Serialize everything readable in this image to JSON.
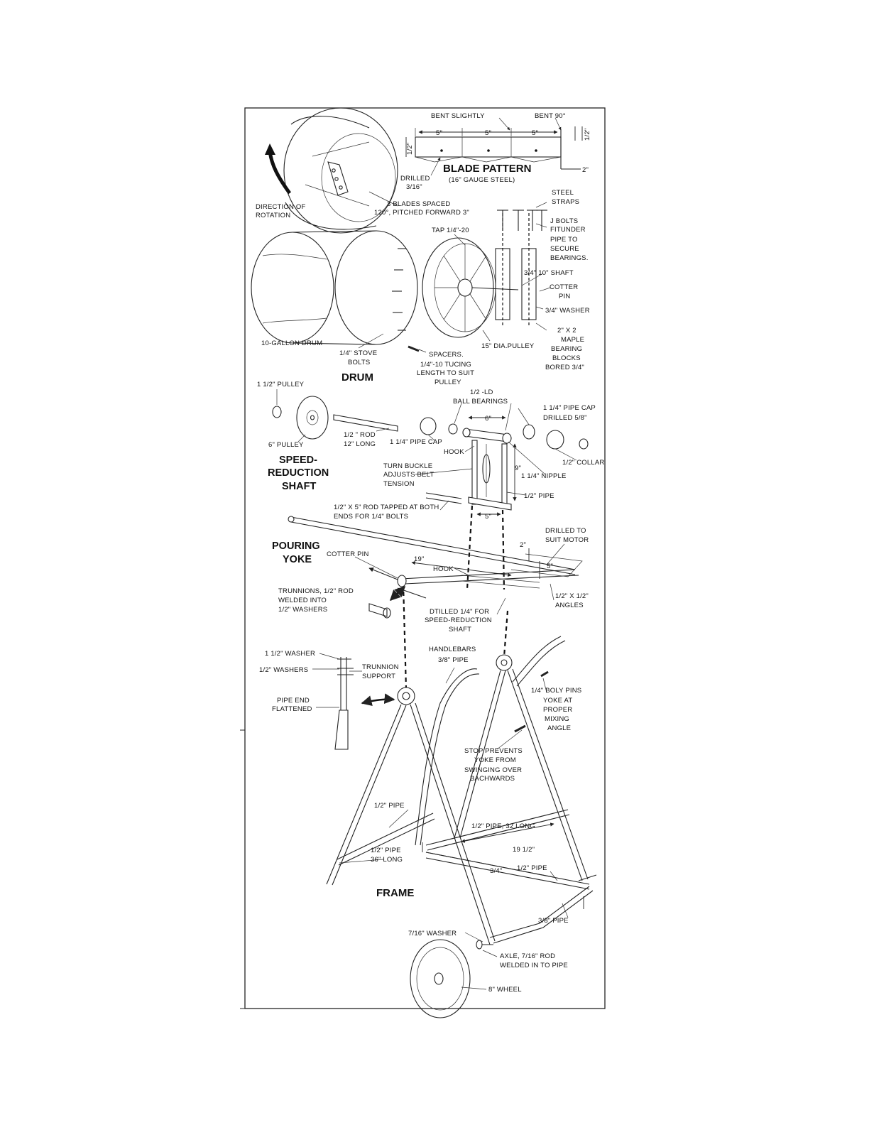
{
  "labels": {
    "bent_slightly": "BENT SLIGHTLY",
    "bent_90": "BENT 90°",
    "dim_5a": "5\"",
    "dim_5b": "5\"",
    "dim_5c": "5\"",
    "dim_2": "2\"",
    "dim_half_left": "1/2\"",
    "dim_half_right": "1/2\"",
    "blade_pattern": "BLADE PATTERN",
    "gauge": "(16\" GAUGE STEEL)",
    "drilled_line1": "DRILLED",
    "drilled_line2": "3/16\"",
    "direction_line1": "DIRECTION OF",
    "direction_line2": "ROTATION",
    "blades_line1": "3 BLADES SPACED",
    "blades_line2": "120°, PITCHED FORWARD 3\"",
    "steel_line1": "STEEL",
    "steel_line2": "STRAPS",
    "jbolts_line1": "J BOLTS",
    "jbolts_line2": "FITUNDER",
    "jbolts_line3": "PIPE TO",
    "jbolts_line4": "SECURE",
    "jbolts_line5": "BEARINGS.",
    "tap": "TAP 1/4\"-20",
    "shaft": "3/4\" 10\" SHAFT",
    "cotter_line1": "COTTER",
    "cotter_line2": "PIN",
    "washer34": "3/4\" WASHER",
    "maple_line1": "2\" x 2",
    "maple_line2": "MAPLE",
    "maple_line3": "BEARING",
    "maple_line4": "BLOCKS",
    "maple_line5": "BORED 3/4\"",
    "gallon": "10-GALLON DRUM",
    "stove_line1": "1/4\" STOVE",
    "stove_line2": "BOLTS",
    "spacers_line1": "SPACERS.",
    "spacers_line2": "1/4\"-10 TUCING",
    "spacers_line3": "LENGTH TO SUIT",
    "spacers_line4": "PULLEY",
    "pulley15": "15\" DIA.PULLEY",
    "drum": "DRUM",
    "pulley112": "1 1/2\" PULLEY",
    "ld_line1": "1/2 -LD",
    "ld_line2": "BALL BEARINGS",
    "pipecap_r1": "1 1/4\" PIPE CAP",
    "pipecap_r2": "DRILLED 5/8\"",
    "dim_6": "6\"",
    "pulley6": "6\" PULLEY",
    "rod_line1": "1/2 \" ROD",
    "rod_line2": "12\" LONG",
    "pipecap_l": "1 1/4\" PIPE CAP",
    "hook1": "HOOK",
    "collar": "1/2\" COLLAR",
    "srs_line1": "SPEED-",
    "srs_line2": "REDUCTION",
    "srs_line3": "SHAFT",
    "turn_line1": "TURN BUCKLE",
    "turn_line2": "ADJUSTS BELT",
    "turn_line3": "TENSION",
    "nipple": "1 1/4\" NIPPLE",
    "dim_9": "9\"",
    "pipe12a": "1/2\" PIPE",
    "rod5_line1": "1/2\" x 5\" ROD TAPPED AT BOTH",
    "rod5_line2": "ENDS FOR 1/4\" BOLTS",
    "dim_5d": "5\"",
    "drilled_motor1": "DRILLED TO",
    "drilled_motor2": "SUIT MOTOR",
    "pouring_line1": "POURING",
    "pouring_line2": "YOKE",
    "cotterpin": "COTTER PIN",
    "dim_19": "19\"",
    "dim_2b": "2\"",
    "dim_5e": "5\"",
    "hook2": "HOOK",
    "trun_line1": "TRUNNIONS, 1/2\" ROD",
    "trun_line2": "WELDED INTO",
    "trun_line3": "1/2\" WASHERS",
    "angles_line1": "1/2\" x 1/2\"",
    "angles_line2": "ANGLES",
    "dtilled_line1": "DTILLED 1/4\" FOR",
    "dtilled_line2": "SPEED-REDUCTION",
    "dtilled_line3": "SHAFT",
    "washer112": "1 1/2\" WASHER",
    "handle_line1": "HANDLEBARS",
    "handle_line2": "3/8\" PIPE",
    "washers12": "1/2\" WASHERS",
    "support_line1": "TRUNNION",
    "support_line2": "SUPPORT",
    "boly_line1": "1/4\" BOLY PINS",
    "boly_line2": "YOKE AT",
    "boly_line3": "PROPER",
    "boly_line4": "MIXING",
    "boly_line5": "ANGLE",
    "flat_line1": "PIPE END",
    "flat_line2": "FLATTENED",
    "stop_line1": "STOP PREVENTS",
    "stop_line2": "YOKE FROM",
    "stop_line3": "SWINGING OVER",
    "stop_line4": "BACHWARDS",
    "pipe12b": "1/2\" PIPE",
    "pipe32": "1/2\" PIPE, 32 LONG",
    "pipe36_line1": "1/2\" PIPE",
    "pipe36_line2": "36\" LONG",
    "dim_19half": "19 1/2\"",
    "dim_34": "3/4\"",
    "pipe12c": "1/2\" PIPE",
    "frame": "FRAME",
    "pipe38": "3/8\" PIPE",
    "washer716": "7/16\" WASHER",
    "axle_line1": "AXLE, 7/16\" ROD",
    "axle_line2": "WELDED IN TO PIPE",
    "wheel8": "8\" WHEEL"
  }
}
